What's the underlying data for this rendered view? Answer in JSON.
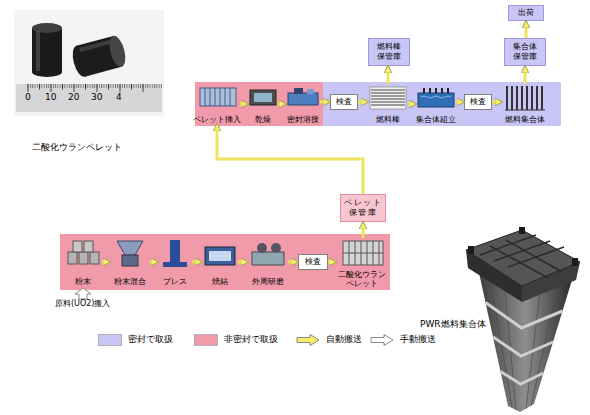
{
  "diagram": {
    "nodes": [
      {
        "text": [
          "出荷"
        ]
      },
      {
        "text": [
          "燃料棒 保管庫"
        ]
      },
      {
        "text": [
          "集合体 保管庫"
        ]
      },
      {
        "text": [
          "ペレット挿入"
        ]
      },
      {
        "text": [
          "乾燥"
        ]
      },
      {
        "text": [
          "密封溶接"
        ]
      },
      {
        "text": [
          "検査"
        ]
      },
      {
        "text": [
          "燃料棒"
        ]
      },
      {
        "text": [
          "集合体組立"
        ]
      },
      {
        "text": [
          "検査"
        ]
      },
      {
        "text": [
          "燃料集合体"
        ]
      },
      {
        "text": [
          "ペレット 保管庫"
        ]
      },
      {
        "text": [
          "粉末"
        ]
      },
      {
        "text": [
          "粉末混合"
        ]
      },
      {
        "text": [
          "プレス"
        ]
      },
      {
        "text": [
          "焼結"
        ]
      },
      {
        "text": [
          "外周研磨"
        ]
      },
      {
        "text": [
          "検査"
        ]
      },
      {
        "text": [
          "二酸化ウラン ペレット"
        ]
      }
    ],
    "edges": [
      {
        "from": 3,
        "to": 4,
        "arrow": "to"
      },
      {
        "from": 4,
        "to": 5,
        "arrow": "to"
      },
      {
        "from": 5,
        "to": 6,
        "arrow": "to"
      },
      {
        "from": 6,
        "to": 7,
        "arrow": "to"
      },
      {
        "from": 7,
        "to": 8,
        "arrow": "to"
      },
      {
        "from": 8,
        "to": 9,
        "arrow": "to"
      },
      {
        "from": 9,
        "to": 10,
        "arrow": "to"
      },
      {
        "from": 7,
        "to": 1,
        "arrow": "to"
      },
      {
        "from": 10,
        "to": 2,
        "arrow": "to"
      },
      {
        "from": 2,
        "to": 0,
        "arrow": "to"
      },
      {
        "from": 12,
        "to": 13,
        "arrow": "to"
      },
      {
        "from": 13,
        "to": 14,
        "arrow": "to"
      },
      {
        "from": 14,
        "to": 15,
        "arrow": "to"
      },
      {
        "from": 15,
        "to": 16,
        "arrow": "to"
      },
      {
        "from": 16,
        "to": 17,
        "arrow": "to"
      },
      {
        "from": 17,
        "to": 18,
        "arrow": "to"
      },
      {
        "from": 18,
        "to": 11,
        "arrow": "to"
      },
      {
        "from": 11,
        "to": 3,
        "arrow": "to"
      }
    ],
    "labels": [
      "0",
      "10",
      "20",
      "30",
      "4",
      "二酸化ウランペレット",
      "原料(UO2)搬入",
      "PWR燃料集合体"
    ],
    "legend": [
      {
        "text": "密封で取扱",
        "color": "#c9c5f5"
      },
      {
        "text": "非密封で取扱",
        "color": "#f19aa9"
      },
      {
        "text": "自動搬送"
      },
      {
        "text": "手動搬送"
      }
    ]
  }
}
